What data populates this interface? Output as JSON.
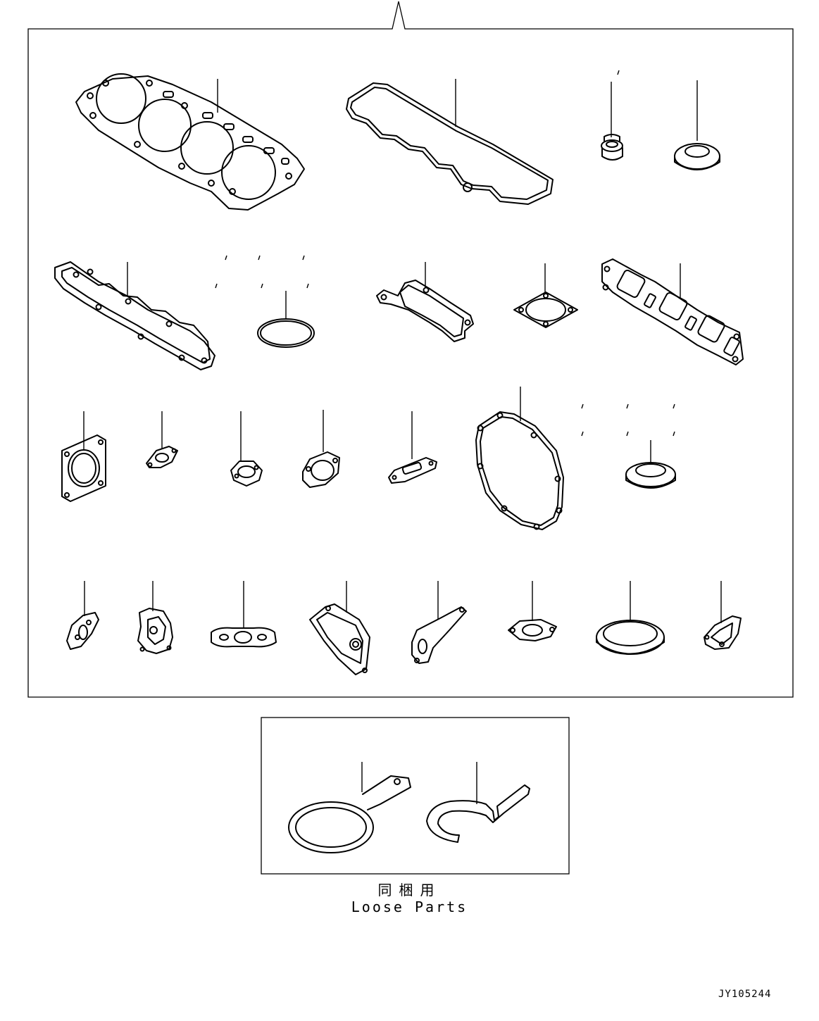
{
  "caption": {
    "japanese": "同梱用",
    "english": "Loose Parts"
  },
  "drawing_code": "JY105244",
  "icons": {
    "main_frame": "parts-frame",
    "loose_frame": "loose-parts-frame"
  },
  "colors": {
    "line": "#000000",
    "background": "#ffffff"
  }
}
